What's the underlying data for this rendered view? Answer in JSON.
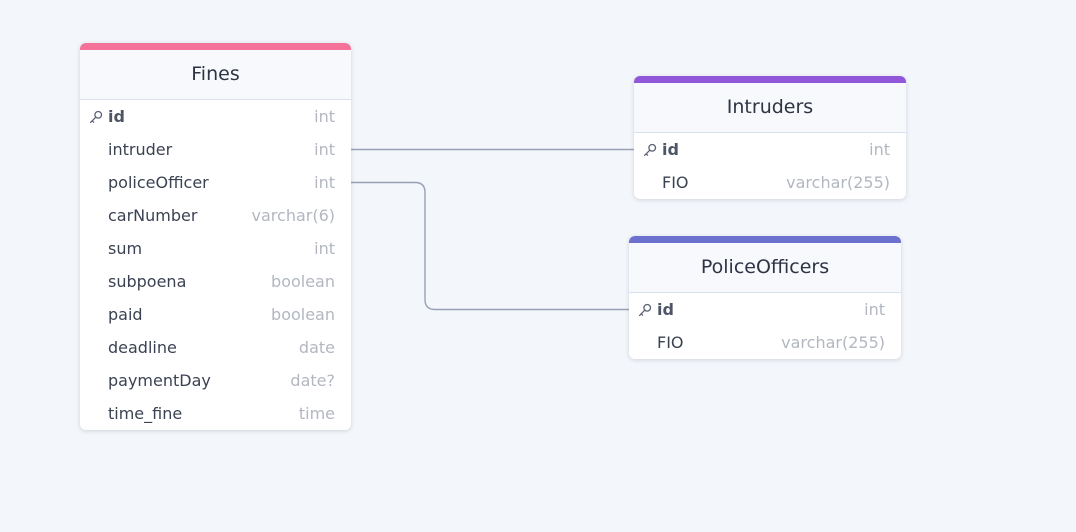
{
  "colors": {
    "background": "#f3f6fa",
    "fines_accent": "#f4719a",
    "intruders_accent": "#9256d9",
    "police_accent": "#6c70cf",
    "connector": "#98a2b5"
  },
  "tables": {
    "fines": {
      "title": "Fines",
      "rows": [
        {
          "name": "id",
          "type": "int",
          "pk": true
        },
        {
          "name": "intruder",
          "type": "int"
        },
        {
          "name": "policeOfficer",
          "type": "int"
        },
        {
          "name": "carNumber",
          "type": "varchar(6)"
        },
        {
          "name": "sum",
          "type": "int"
        },
        {
          "name": "subpoena",
          "type": "boolean"
        },
        {
          "name": "paid",
          "type": "boolean"
        },
        {
          "name": "deadline",
          "type": "date"
        },
        {
          "name": "paymentDay",
          "type": "date?"
        },
        {
          "name": "time_fine",
          "type": "time"
        }
      ]
    },
    "intruders": {
      "title": "Intruders",
      "rows": [
        {
          "name": "id",
          "type": "int",
          "pk": true
        },
        {
          "name": "FIO",
          "type": "varchar(255)"
        }
      ]
    },
    "policeOfficers": {
      "title": "PoliceOfficers",
      "rows": [
        {
          "name": "id",
          "type": "int",
          "pk": true
        },
        {
          "name": "FIO",
          "type": "varchar(255)"
        }
      ]
    }
  },
  "relations": [
    {
      "from": "fines.intruder",
      "to": "intruders.id"
    },
    {
      "from": "fines.policeOfficer",
      "to": "policeOfficers.id"
    }
  ]
}
